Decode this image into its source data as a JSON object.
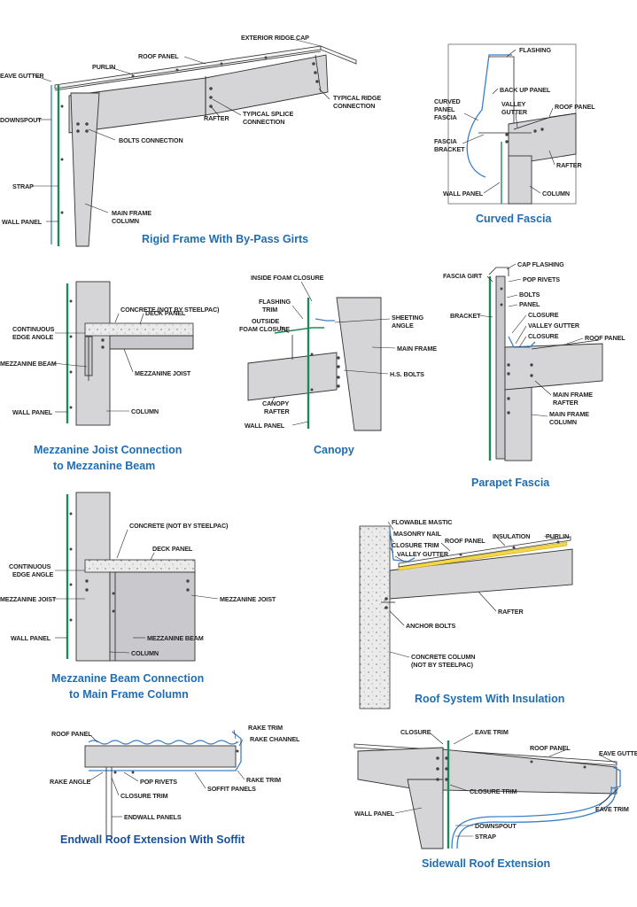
{
  "diagrams": {
    "rigid_frame": {
      "caption": "Rigid Frame With By-Pass Girts",
      "labels": {
        "exterior_ridge_cap": "EXTERIOR RIDGE CAP",
        "roof_panel": "ROOF PANEL",
        "purlin": "PURLIN",
        "eave_gutter": "EAVE GUTTER",
        "downspout": "DOWNSPOUT",
        "typical_ridge_connection_1": "TYPICAL RIDGE",
        "typical_ridge_connection_2": "CONNECTION",
        "rafter": "RAFTER",
        "typical_splice_1": "TYPICAL SPLICE",
        "typical_splice_2": "CONNECTION",
        "bolts_connection": "BOLTS CONNECTION",
        "strap": "STRAP",
        "main_frame_column_1": "MAIN FRAME",
        "main_frame_column_2": "COLUMN",
        "wall_panel": "WALL PANEL"
      }
    },
    "curved_fascia": {
      "caption": "Curved Fascia",
      "labels": {
        "flashing": "FLASHING",
        "back_up_panel": "BACK UP PANEL",
        "curved_panel_fascia_1": "CURVED",
        "curved_panel_fascia_2": "PANEL",
        "curved_panel_fascia_3": "FASCIA",
        "valley_gutter_1": "VALLEY",
        "valley_gutter_2": "GUTTER",
        "roof_panel": "ROOF PANEL",
        "fascia_bracket_1": "FASCIA",
        "fascia_bracket_2": "BRACKET",
        "rafter": "RAFTER",
        "wall_panel": "WALL PANEL",
        "column": "COLUMN"
      }
    },
    "mezz_joist": {
      "caption_1": "Mezzanine Joist Connection",
      "caption_2": "to Mezzanine Beam",
      "labels": {
        "concrete": "CONCRETE (NOT BY STEELPAC)",
        "deck_panel": "DECK PANEL",
        "continuous_edge_angle_1": "CONTINUOUS",
        "continuous_edge_angle_2": "EDGE ANGLE",
        "mezzanine_beam": "MEZZANINE BEAM",
        "mezzanine_joist": "MEZZANINE JOIST",
        "wall_panel": "WALL PANEL",
        "column": "COLUMN"
      }
    },
    "canopy": {
      "caption": "Canopy",
      "labels": {
        "inside_foam_closure": "INSIDE FOAM CLOSURE",
        "flashing_trim_1": "FLASHING",
        "flashing_trim_2": "TRIM",
        "outside_foam_closure_1": "OUTSIDE",
        "outside_foam_closure_2": "FOAM CLOSURE",
        "sheeting_angle_1": "SHEETING",
        "sheeting_angle_2": "ANGLE",
        "main_frame": "MAIN FRAME",
        "hs_bolts": "H.S. BOLTS",
        "canopy_rafter_1": "CANOPY",
        "canopy_rafter_2": "RAFTER",
        "wall_panel": "WALL PANEL"
      }
    },
    "parapet": {
      "caption": "Parapet Fascia",
      "labels": {
        "fascia_girt": "FASCIA GIRT",
        "cap_flashing": "CAP FLASHING",
        "pop_rivets": "POP RIVETS",
        "bolts": "BOLTS",
        "panel": "PANEL",
        "bracket": "BRACKET",
        "closure_1": "CLOSURE",
        "valley_gutter": "VALLEY GUTTER",
        "closure_2": "CLOSURE",
        "roof_panel": "ROOF PANEL",
        "main_frame_rafter_1": "MAIN FRAME",
        "main_frame_rafter_2": "RAFTER",
        "main_frame_column_1": "MAIN FRAME",
        "main_frame_column_2": "COLUMN"
      }
    },
    "mezz_beam": {
      "caption_1": "Mezzanine Beam Connection",
      "caption_2": "to Main Frame Column",
      "labels": {
        "concrete": "CONCRETE (NOT BY STEELPAC)",
        "deck_panel": "DECK PANEL",
        "continuous_edge_angle_1": "CONTINUOUS",
        "continuous_edge_angle_2": "EDGE ANGLE",
        "mezzanine_joist_left": "MEZZANINE JOIST",
        "mezzanine_joist_right": "MEZZANINE JOIST",
        "wall_panel": "WALL PANEL",
        "mezzanine_beam": "MEZZANINE BEAM",
        "column": "COLUMN"
      }
    },
    "roof_insulation": {
      "caption": "Roof System With Insulation",
      "labels": {
        "flowable_mastic": "FLOWABLE MASTIC",
        "masonry_nail": "MASONRY NAIL",
        "closure_trim": "CLOSURE TRIM",
        "roof_panel": "ROOF PANEL",
        "insulation": "INSULATION",
        "purlin": "PURLIN",
        "valley_gutter": "VALLEY GUTTER",
        "rafter": "RAFTER",
        "anchor_bolts": "ANCHOR BOLTS",
        "concrete_column_1": "CONCRETE COLUMN",
        "concrete_column_2": "(NOT BY STEELPAC)"
      }
    },
    "endwall": {
      "caption": "Endwall Roof Extension With Soffit",
      "labels": {
        "roof_panel": "ROOF PANEL",
        "rake_trim_top": "RAKE TRIM",
        "rake_channel": "RAKE CHANNEL",
        "rake_angle": "RAKE ANGLE",
        "pop_rivets": "POP RIVETS",
        "rake_trim_right": "RAKE TRIM",
        "soffit_panels": "SOFFIT PANELS",
        "closure_trim": "CLOSURE TRIM",
        "endwall_panels": "ENDWALL PANELS"
      }
    },
    "sidewall": {
      "caption": "Sidewall Roof Extension",
      "labels": {
        "closure": "CLOSURE",
        "eave_trim_top": "EAVE TRIM",
        "roof_panel": "ROOF PANEL",
        "eave_gutter": "EAVE GUTTER",
        "closure_trim": "CLOSURE TRIM",
        "eave_trim_right": "EAVE TRIM",
        "wall_panel": "WALL PANEL",
        "downspout": "DOWNSPOUT",
        "strap": "STRAP"
      }
    }
  }
}
